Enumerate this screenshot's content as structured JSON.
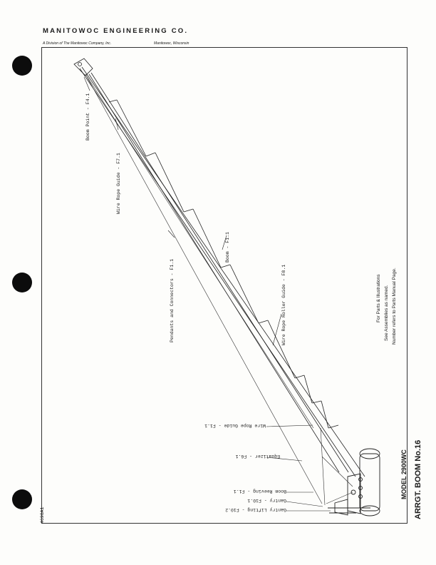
{
  "header": {
    "company": "MANITOWOC ENGINEERING CO.",
    "division": "A Division of The Manitowoc Company, Inc.",
    "location": "Manitowoc, Wisconsin"
  },
  "doc_number": "4698A1",
  "callouts": {
    "boom_point": "Boom Point - F4.1",
    "wire_rope_guide_top": "Wire Rope Guide - F7.1",
    "pendants": "Pendants and Connectors - F1.1",
    "boom": "Boom - F1.1",
    "roller_guide": "Wire Rope Roller Guide - F8.1",
    "wire_rope_guide_bottom": "Wire Rope Guide - F1.1",
    "equalizer": "Equalizer - F6.1",
    "boom_reeving": "Boom Reeving - F1.1",
    "gantry": "Gantry - F10.1",
    "gantry_lifting": "Gantry Lifting - F10.2"
  },
  "notes": {
    "line1": "For Parts & Illustrations",
    "line2": "See Assemblies as named.",
    "line3": "Number refers to Parts Manual Page."
  },
  "model": "MODEL 2900WC",
  "title": "ARRGT. BOOM No.16"
}
